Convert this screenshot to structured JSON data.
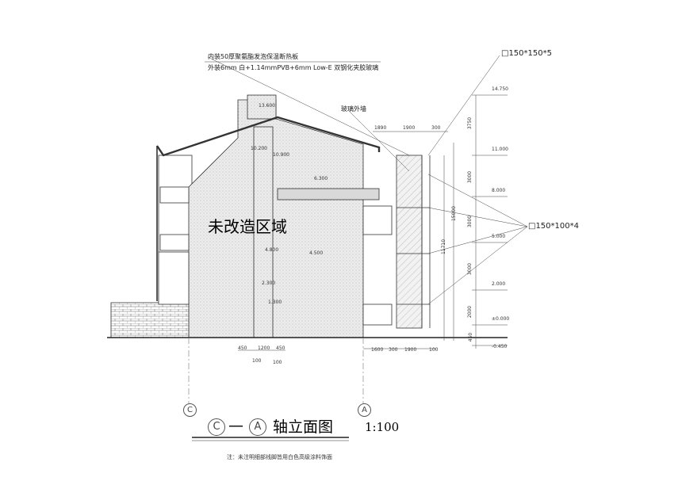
{
  "labels": {
    "note_line1": "内装50厚聚氨酯发泡保温断热板",
    "note_line2": "外装6mm 白+1.14mmPVB+6mm Low-E 双钢化夹胶玻璃",
    "glass_wall": "玻璃外墙",
    "section_top": "□150*150*5",
    "section_side": "□150*100*4",
    "unmodified_area": "未改造区域",
    "title_left_axis": "C",
    "title_dash": "—",
    "title_right_axis": "A",
    "title_text": "轴立面图",
    "scale": "1:100",
    "footnote": "注：未注明细部线脚皆用白色高级涂料饰面"
  },
  "axes": {
    "left": "C",
    "right": "A"
  },
  "elevations_right": [
    "14.750",
    "11.000",
    "8.000",
    "5.000",
    "2.000",
    "±0.000",
    "-0.450"
  ],
  "elevations_inner": [
    "13.600",
    "10.200",
    "10.900",
    "6.300",
    "4.800",
    "4.500",
    "2.300",
    "1.300"
  ],
  "dims_vertical": [
    "3750",
    "3000",
    "3000",
    "3000",
    "2000",
    "450"
  ],
  "dims_total": [
    "15000",
    "11710"
  ],
  "dims_top": [
    "1890",
    "1900",
    "300"
  ],
  "dims_bottom_right": [
    "1600",
    "300",
    "1900",
    "100"
  ],
  "dims_bottom_left": [
    "450",
    "1200",
    "450"
  ],
  "dims_bottom_left_sub": [
    "100",
    "100"
  ],
  "colors": {
    "line": "#333333",
    "hatch": "#888888",
    "fill": "#e9e9e9"
  }
}
